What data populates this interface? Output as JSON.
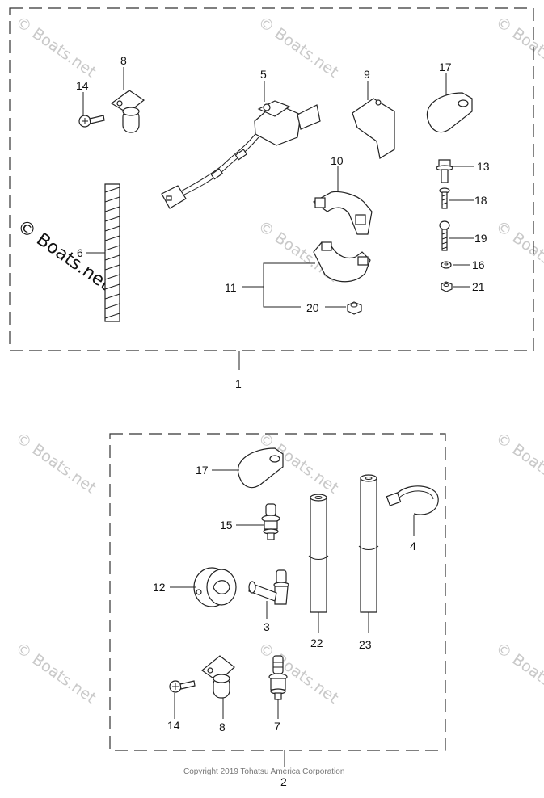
{
  "watermark": "© Boats.net",
  "copyright": "Copyright 2019 Tohatsu America Corporation",
  "groups": [
    {
      "id": "1",
      "label": "1"
    },
    {
      "id": "2",
      "label": "2"
    }
  ],
  "callouts": {
    "g1": [
      "14",
      "8",
      "5",
      "9",
      "17",
      "10",
      "13",
      "18",
      "19",
      "16",
      "21",
      "6",
      "11",
      "20"
    ],
    "g2": [
      "17",
      "15",
      "4",
      "12",
      "3",
      "22",
      "23",
      "14",
      "8",
      "7"
    ]
  }
}
